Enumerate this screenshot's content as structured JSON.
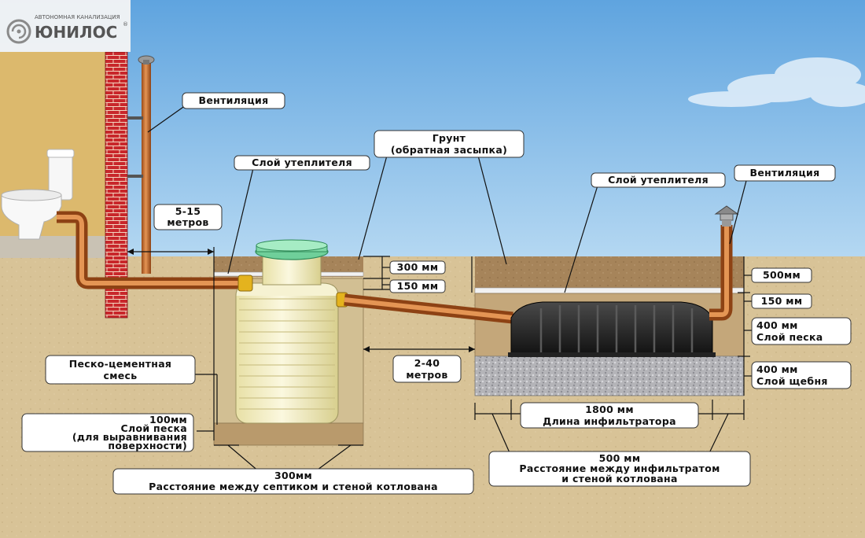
{
  "brand": {
    "tagline": "АВТОНОМНАЯ КАНАЛИЗАЦИЯ",
    "name": "ЮНИЛОС",
    "registered": "®"
  },
  "labels": {
    "vent_left": "Вентиляция",
    "vent_right": "Вентиляция",
    "insul_left": "Слой утеплителя",
    "insul_right": "Слой утеплителя",
    "soil_line1": "Грунт",
    "soil_line2": "(обратная засыпка)",
    "dist_house_line1": "5-15",
    "dist_house_line2": "метров",
    "dim_300": "300 мм",
    "dim_150_left": "150 мм",
    "dim_500": "500мм",
    "dim_150_right": "150 мм",
    "sand_right_line1": "400 мм",
    "sand_right_line2": "Слой песка",
    "gravel_line1": "400 мм",
    "gravel_line2": "Слой щебня",
    "cement_line1": "Песко-цементная",
    "cement_line2": "смесь",
    "dist_tank_line1": "2-40",
    "dist_tank_line2": "метров",
    "sand_left_line1": "100мм",
    "sand_left_line2": "Слой песка",
    "sand_left_line3": "(для выравнивания",
    "sand_left_line4": "поверхности)",
    "infil_len_line1": "1800 мм",
    "infil_len_line2": "Длина инфильтратора",
    "tank_gap_line1": "300мм",
    "tank_gap_line2": "Расстояние между септиком и стеной котлована",
    "infil_gap_line1": "500 мм",
    "infil_gap_line2": "Расстояние между инфильтратом",
    "infil_gap_line3": "и стеной котлована"
  },
  "icons": [
    "logo-swirl-icon",
    "toilet-icon",
    "vent-cap-icon",
    "cloud-icon"
  ],
  "colors": {
    "sky": "#7fb8e6",
    "ground": "#d9c49a",
    "soil_dark": "#a8865a",
    "brick": "#c8272b",
    "pipe": "#c96a2c",
    "tank": "#f3eec4",
    "tank_lid": "#6fcf9a",
    "infiltrator": "#2a2a2a",
    "gravel": "#b9b9bd",
    "insulation": "#f2f2f2"
  }
}
